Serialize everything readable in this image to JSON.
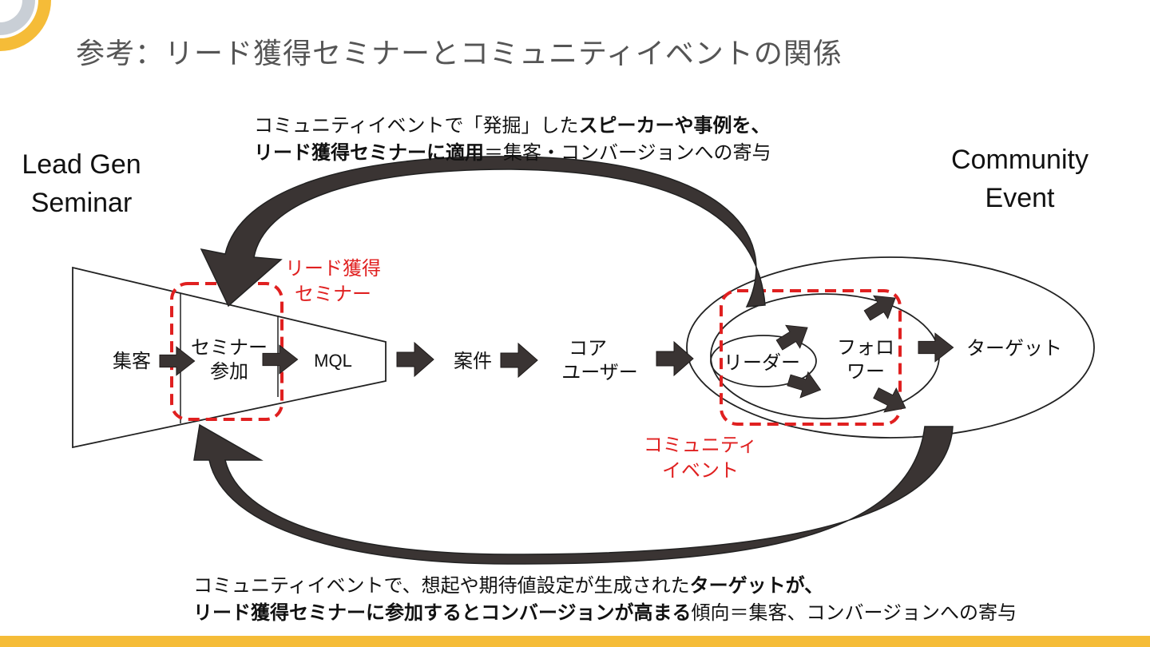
{
  "title": "参考：リード獲得セミナーとコミュニティイベントの関係",
  "top_caption": {
    "line1_a": "コミュニティイベントで「発掘」した",
    "line1_b": "スピーカーや事例を、",
    "line2_a": "リード獲得セミナーに適用",
    "line2_b": "＝集客・コンバージョンへの寄与"
  },
  "bottom_caption": {
    "line1_a": "コミュニティイベントで、想起や期待値設定が生成された",
    "line1_b": "ターゲットが、",
    "line2_a": "リード獲得セミナーに参加するとコンバージョンが高まる",
    "line2_b": "傾向＝集客、コンバージョンへの寄与"
  },
  "left_heading": {
    "line1": "Lead Gen",
    "line2": "Seminar"
  },
  "right_heading": {
    "line1": "Community",
    "line2": "Event"
  },
  "funnel": {
    "stage1": "集客",
    "stage2_line1": "セミナー",
    "stage2_line2": "参加",
    "stage3": "MQL"
  },
  "flow": {
    "deal": "案件",
    "core_line1": "コア",
    "core_line2": "ユーザー"
  },
  "community": {
    "leader": "リーダー",
    "follower_line1": "フォロ",
    "follower_line2": "ワー",
    "target": "ターゲット"
  },
  "red_labels": {
    "seminar_line1": "リード獲得",
    "seminar_line2": "セミナー",
    "event_line1": "コミュニティ",
    "event_line2": "イベント"
  },
  "colors": {
    "accent_yellow": "#f5bc38",
    "corner_gray": "#c9cfd6",
    "red_dash": "#e02020",
    "arrow_fill": "#3a3433"
  },
  "icons": [
    "corner-arc-decoration",
    "arrow-right-icon",
    "curved-arrow"
  ]
}
